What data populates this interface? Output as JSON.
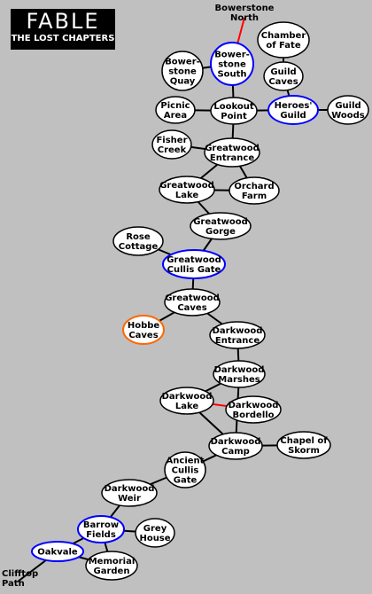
{
  "title": {
    "main": "FABLE",
    "sub": "THE LOST CHAPTERS"
  },
  "colors": {
    "background": "#c0c0c0",
    "node_fill": "#ffffff",
    "default_border": "#000000",
    "hub_border": "#0000ff",
    "special_border": "#ff6600",
    "red_link": "#ff0000"
  },
  "external": {
    "bowerstone_north": [
      "Bowerstone",
      "North"
    ],
    "clifftop_path": [
      "Clifftop",
      "Path"
    ]
  },
  "nodes": [
    {
      "id": "bowerstone-south",
      "lines": [
        "Bower-",
        "stone",
        "South"
      ],
      "style": "hub"
    },
    {
      "id": "bowerstone-quay",
      "lines": [
        "Bower-",
        "stone",
        "Quay"
      ],
      "style": "default"
    },
    {
      "id": "chamber-of-fate",
      "lines": [
        "Chamber",
        "of Fate"
      ],
      "style": "default"
    },
    {
      "id": "guild-caves",
      "lines": [
        "Guild",
        "Caves"
      ],
      "style": "default"
    },
    {
      "id": "heroes-guild",
      "lines": [
        "Heroes'",
        "Guild"
      ],
      "style": "hub"
    },
    {
      "id": "guild-woods",
      "lines": [
        "Guild",
        "Woods"
      ],
      "style": "default"
    },
    {
      "id": "picnic-area",
      "lines": [
        "Picnic",
        "Area"
      ],
      "style": "default"
    },
    {
      "id": "lookout-point",
      "lines": [
        "Lookout",
        "Point"
      ],
      "style": "default"
    },
    {
      "id": "fisher-creek",
      "lines": [
        "Fisher",
        "Creek"
      ],
      "style": "default"
    },
    {
      "id": "greatwood-entrance",
      "lines": [
        "Greatwood",
        "Entrance"
      ],
      "style": "default"
    },
    {
      "id": "greatwood-lake",
      "lines": [
        "Greatwood",
        "Lake"
      ],
      "style": "default"
    },
    {
      "id": "orchard-farm",
      "lines": [
        "Orchard",
        "Farm"
      ],
      "style": "default"
    },
    {
      "id": "greatwood-gorge",
      "lines": [
        "Greatwood",
        "Gorge"
      ],
      "style": "default"
    },
    {
      "id": "rose-cottage",
      "lines": [
        "Rose",
        "Cottage"
      ],
      "style": "default"
    },
    {
      "id": "greatwood-cullis-gate",
      "lines": [
        "Greatwood",
        "Cullis Gate"
      ],
      "style": "hub"
    },
    {
      "id": "greatwood-caves",
      "lines": [
        "Greatwood",
        "Caves"
      ],
      "style": "default"
    },
    {
      "id": "hobbe-caves",
      "lines": [
        "Hobbe",
        "Caves"
      ],
      "style": "special"
    },
    {
      "id": "darkwood-entrance",
      "lines": [
        "Darkwood",
        "Entrance"
      ],
      "style": "default"
    },
    {
      "id": "darkwood-marshes",
      "lines": [
        "Darkwood",
        "Marshes"
      ],
      "style": "default"
    },
    {
      "id": "darkwood-lake",
      "lines": [
        "Darkwood",
        "Lake"
      ],
      "style": "default"
    },
    {
      "id": "darkwood-bordello",
      "lines": [
        "Darkwood",
        "Bordello"
      ],
      "style": "default"
    },
    {
      "id": "darkwood-camp",
      "lines": [
        "Darkwood",
        "Camp"
      ],
      "style": "default"
    },
    {
      "id": "chapel-of-skorm",
      "lines": [
        "Chapel of",
        "Skorm"
      ],
      "style": "default"
    },
    {
      "id": "ancient-cullis-gate",
      "lines": [
        "Ancient",
        "Cullis",
        "Gate"
      ],
      "style": "default"
    },
    {
      "id": "darkwood-weir",
      "lines": [
        "Darkwood",
        "Weir"
      ],
      "style": "default"
    },
    {
      "id": "barrow-fields",
      "lines": [
        "Barrow",
        "Fields"
      ],
      "style": "hub"
    },
    {
      "id": "grey-house",
      "lines": [
        "Grey",
        "House"
      ],
      "style": "default"
    },
    {
      "id": "oakvale",
      "lines": [
        "Oakvale"
      ],
      "style": "hub"
    },
    {
      "id": "memorial-garden",
      "lines": [
        "Memorial",
        "Garden"
      ],
      "style": "default"
    }
  ],
  "edges": [
    {
      "from": "bowerstone-south",
      "to": "bowerstone-north",
      "color": "red"
    },
    {
      "from": "bowerstone-south",
      "to": "bowerstone-quay"
    },
    {
      "from": "bowerstone-south",
      "to": "lookout-point"
    },
    {
      "from": "chamber-of-fate",
      "to": "guild-caves"
    },
    {
      "from": "guild-caves",
      "to": "heroes-guild"
    },
    {
      "from": "heroes-guild",
      "to": "guild-woods"
    },
    {
      "from": "heroes-guild",
      "to": "lookout-point"
    },
    {
      "from": "picnic-area",
      "to": "lookout-point"
    },
    {
      "from": "lookout-point",
      "to": "greatwood-entrance"
    },
    {
      "from": "fisher-creek",
      "to": "greatwood-entrance"
    },
    {
      "from": "greatwood-entrance",
      "to": "greatwood-lake"
    },
    {
      "from": "greatwood-entrance",
      "to": "orchard-farm"
    },
    {
      "from": "greatwood-lake",
      "to": "orchard-farm"
    },
    {
      "from": "greatwood-lake",
      "to": "greatwood-gorge"
    },
    {
      "from": "greatwood-gorge",
      "to": "greatwood-cullis-gate"
    },
    {
      "from": "rose-cottage",
      "to": "greatwood-cullis-gate"
    },
    {
      "from": "greatwood-cullis-gate",
      "to": "greatwood-caves"
    },
    {
      "from": "greatwood-caves",
      "to": "hobbe-caves"
    },
    {
      "from": "greatwood-caves",
      "to": "darkwood-entrance"
    },
    {
      "from": "darkwood-entrance",
      "to": "darkwood-marshes"
    },
    {
      "from": "darkwood-marshes",
      "to": "darkwood-lake"
    },
    {
      "from": "darkwood-lake",
      "to": "darkwood-bordello",
      "color": "red"
    },
    {
      "from": "darkwood-lake",
      "to": "darkwood-camp"
    },
    {
      "from": "darkwood-marshes",
      "to": "darkwood-camp"
    },
    {
      "from": "darkwood-camp",
      "to": "chapel-of-skorm"
    },
    {
      "from": "darkwood-camp",
      "to": "ancient-cullis-gate"
    },
    {
      "from": "ancient-cullis-gate",
      "to": "darkwood-weir"
    },
    {
      "from": "darkwood-weir",
      "to": "barrow-fields"
    },
    {
      "from": "barrow-fields",
      "to": "grey-house"
    },
    {
      "from": "barrow-fields",
      "to": "oakvale"
    },
    {
      "from": "barrow-fields",
      "to": "memorial-garden"
    },
    {
      "from": "oakvale",
      "to": "memorial-garden"
    },
    {
      "from": "oakvale",
      "to": "clifftop-path"
    }
  ]
}
